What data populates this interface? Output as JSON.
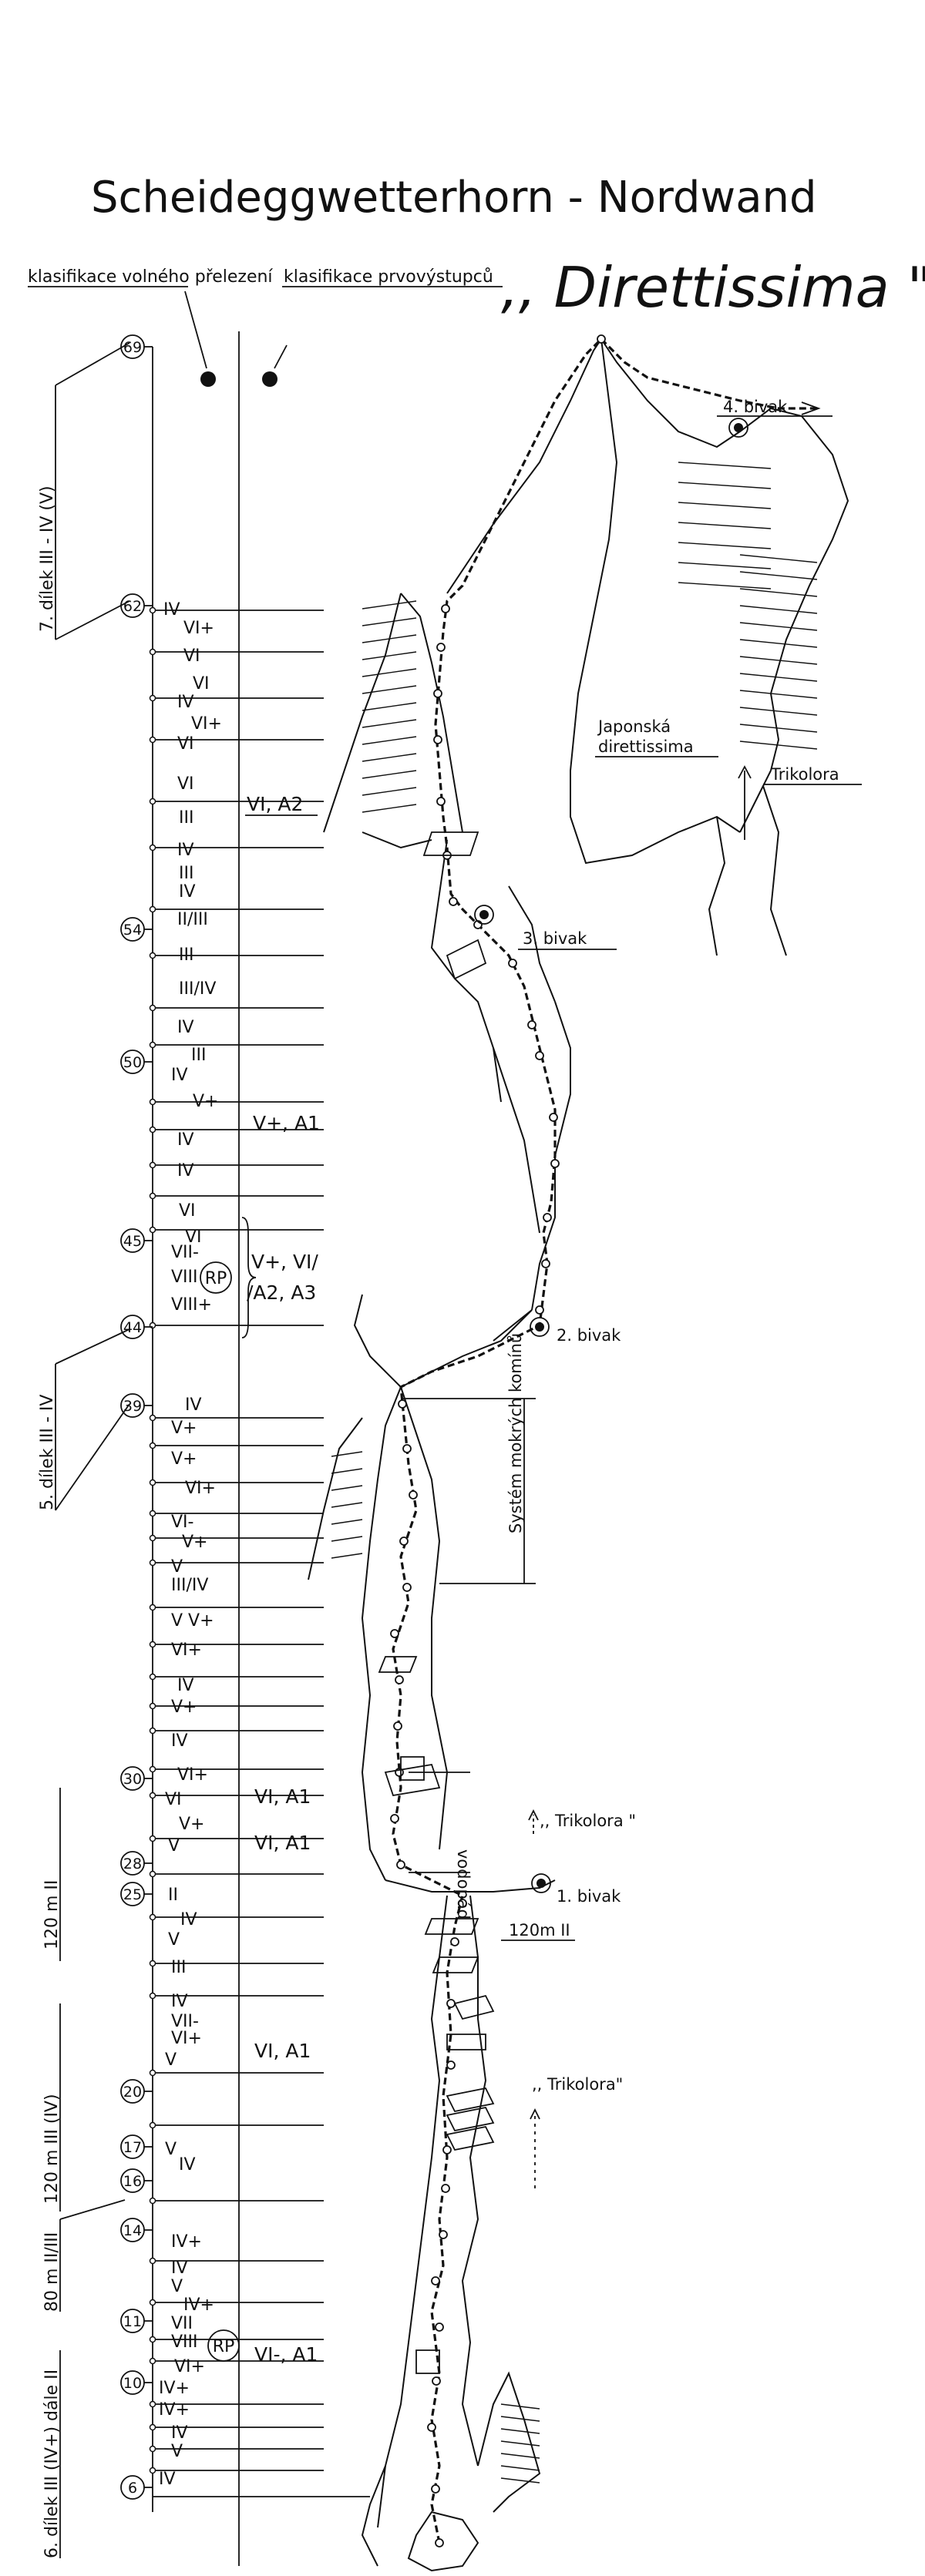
{
  "title": "Scheideggwetterhorn - Nordwand",
  "subtitle": ",, Direttissima \"",
  "legend": {
    "free_climbing_label": "klasifikace volného přelezení",
    "first_ascent_label": "klasifikace prvovýstupců"
  },
  "pitch_markers": [
    {
      "label": "69"
    },
    {
      "label": "62"
    },
    {
      "label": "54"
    },
    {
      "label": "50"
    },
    {
      "label": "45"
    },
    {
      "label": "44"
    },
    {
      "label": "39"
    },
    {
      "label": "30"
    },
    {
      "label": "28"
    },
    {
      "label": "25"
    },
    {
      "label": "20"
    },
    {
      "label": "17"
    },
    {
      "label": "16"
    },
    {
      "label": "14"
    },
    {
      "label": "11"
    },
    {
      "label": "10"
    },
    {
      "label": "6"
    }
  ],
  "grades": [
    "IV",
    "VI+",
    "VI",
    "VI",
    "IV",
    "VI+",
    "VI",
    "VI",
    "III",
    "IV",
    "III",
    "IV",
    "II/III",
    "III",
    "III/IV",
    "IV",
    "III",
    "IV",
    "V+",
    "IV",
    "IV",
    "VI",
    "VI",
    "VII-",
    "VIII",
    "VIII+",
    "IV",
    "V+",
    "V+",
    "VI+",
    "VI-",
    "V+",
    "V",
    "III/IV",
    "V  V+",
    "VI+",
    "IV",
    "V+",
    "IV",
    "VI+",
    "VI",
    "V+",
    "V",
    "II",
    "IV",
    "V",
    "III",
    "IV",
    "VII-",
    "VI+",
    "V",
    "V",
    "IV",
    "IV+",
    "IV",
    "V",
    "IV+",
    "VII",
    "VIII",
    "VI+",
    "IV+",
    "IV+",
    "IV",
    "V",
    "IV"
  ],
  "aid_grades": [
    {
      "text": "VI, A2"
    },
    {
      "text": "V+, A1"
    },
    {
      "text": "V+, VI/"
    },
    {
      "text": "/A2, A3"
    },
    {
      "text": "VI, A1"
    },
    {
      "text": "VI, A1"
    },
    {
      "text": "VI, A1"
    },
    {
      "text": "VI-, A1"
    }
  ],
  "rp_marks": [
    "RP",
    "RP"
  ],
  "side_sections": [
    {
      "text": "7. dílek  III - IV (V)"
    },
    {
      "text": "5. dílek  III - IV"
    },
    {
      "text": "120 m  II"
    },
    {
      "text": "120 m  III (IV)"
    },
    {
      "text": "80 m  II/III"
    },
    {
      "text": "6. dílek  III (IV+) dále II"
    }
  ],
  "annotations": {
    "bivak4": "4. bivak",
    "japonska": "Japonská",
    "direttissima": "direttissima",
    "trikolora_top": "Trikolora",
    "bivak3": "3. bivak",
    "bivak2": "2. bivak",
    "system_kominu": "Systém mokrých komínů",
    "vodopad": "vodopád",
    "trikolora_mid": ",, Trikolora \"",
    "bivak1": "1. bivak",
    "len_120": "120m  II",
    "trikolora_low": ",, Trikolora\""
  }
}
